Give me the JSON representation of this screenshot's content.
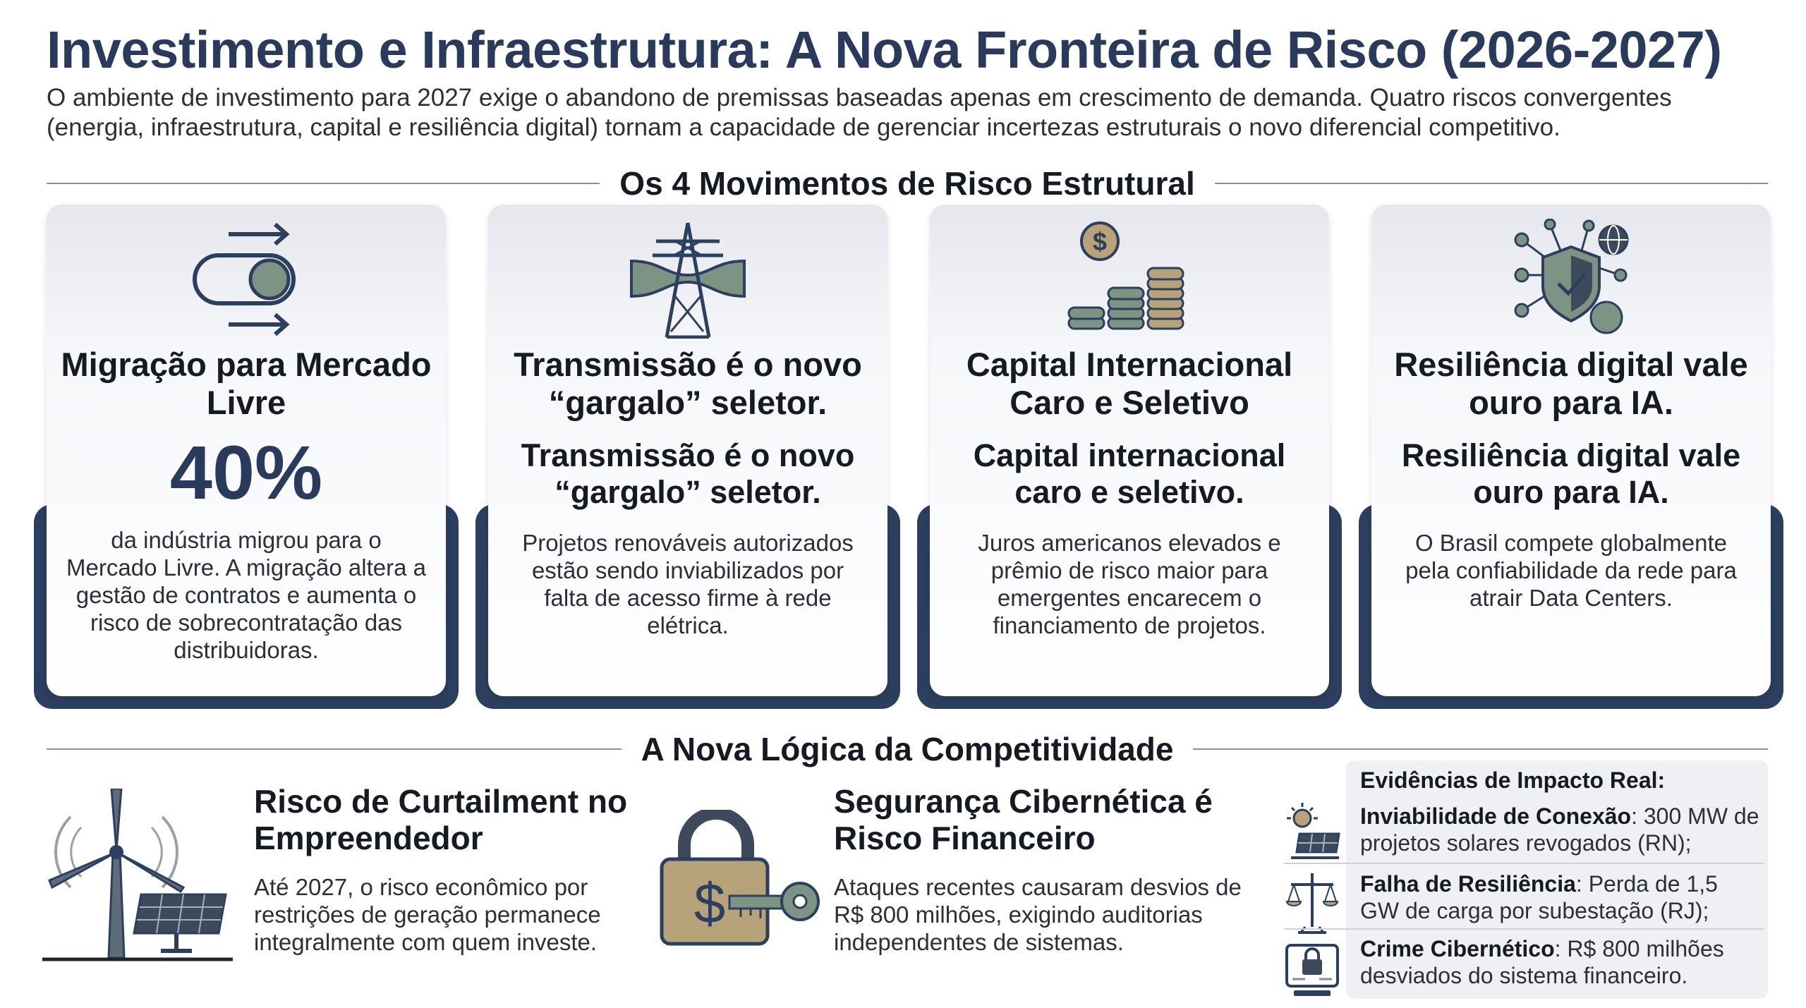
{
  "header": {
    "title": "Investimento e Infraestrutura: A Nova Fronteira de Risco (2026-2027)",
    "subtitle": "O ambiente de investimento para 2027 exige o abandono de premissas baseadas apenas em crescimento de demanda. Quatro riscos convergentes (energia, infraestrutura, capital e resiliência digital) tornam a capacidade de gerenciar incertezas estruturais o novo diferencial competitivo."
  },
  "section1": {
    "heading": "Os 4 Movimentos de Risco Estrutural"
  },
  "cards": [
    {
      "icon": "toggle-switch-icon",
      "title": "Migração para Mercado Livre",
      "stat": "40%",
      "description": "da indústria migrou para o Mercado Livre. A migração altera a gestão de contratos e aumenta o risco de sobrecontratação das distribuidoras."
    },
    {
      "icon": "transmission-tower-icon",
      "title": "Transmissão é o novo “gargalo” seletor.",
      "subtitle": "Transmissão é o novo “gargalo” seletor.",
      "description": "Projetos renováveis autorizados estão sendo inviabilizados por falta de acesso firme à rede elétrica."
    },
    {
      "icon": "coins-icon",
      "title": "Capital Internacional Caro e Seletivo",
      "subtitle": "Capital internacional caro e seletivo.",
      "description": "Juros americanos elevados e prêmio de risco maior para emergentes encarecem o financiamento de projetos."
    },
    {
      "icon": "digital-shield-network-icon",
      "title": "Resiliência digital vale ouro para IA.",
      "subtitle": "Resiliência digital vale ouro para IA.",
      "description": "O Brasil compete globalmente pela confiabilidade da rede para atrair Data Centers."
    }
  ],
  "section2": {
    "heading": "A Nova Lógica da Competitividade"
  },
  "logic": [
    {
      "icon": "wind-solar-icon",
      "title": "Risco de Curtailment no Empreendedor",
      "description": "Até 2027, o risco econômico por restrições de geração permanece integralmente com quem investe."
    },
    {
      "icon": "padlock-dollar-key-icon",
      "title": "Segurança Cibernética é Risco Financeiro",
      "description": "Ataques recentes causaram desvios de R$ 800 milhões, exigindo auditorias independentes de sistemas."
    }
  ],
  "evidence": {
    "title": "Evidências de Impacto Real:",
    "items": [
      {
        "icon": "solar-panel-sun-icon",
        "label": "Inviabilidade de Conexão",
        "text": ": 300 MW de projetos solares revogados (RN);"
      },
      {
        "icon": "transmission-balance-icon",
        "label": "Falha de Resiliência",
        "text": ": Perda de 1,5 GW de carga por subestação (RJ);"
      },
      {
        "icon": "computer-lock-icon",
        "label": "Crime Cibernético",
        "text": ": R$ 800 milhões desviados do sistema financeiro."
      }
    ]
  },
  "colors": {
    "navy": "#2d3f5f",
    "title_navy": "#2a3a5c",
    "gold": "#b8a27a",
    "sage": "#7d9383",
    "slate": "#3d4a5c"
  }
}
